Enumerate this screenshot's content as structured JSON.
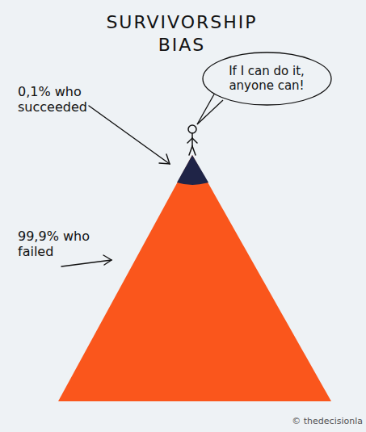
{
  "diagram": {
    "title": "SURVIVORSHIP BIAS",
    "nodes": [
      {
        "text": [
          "If I can do it, anyone can!"
        ]
      }
    ],
    "labels": [
      "0,1% who succeeded",
      "99,9% who failed",
      "© thedecisionla"
    ]
  }
}
